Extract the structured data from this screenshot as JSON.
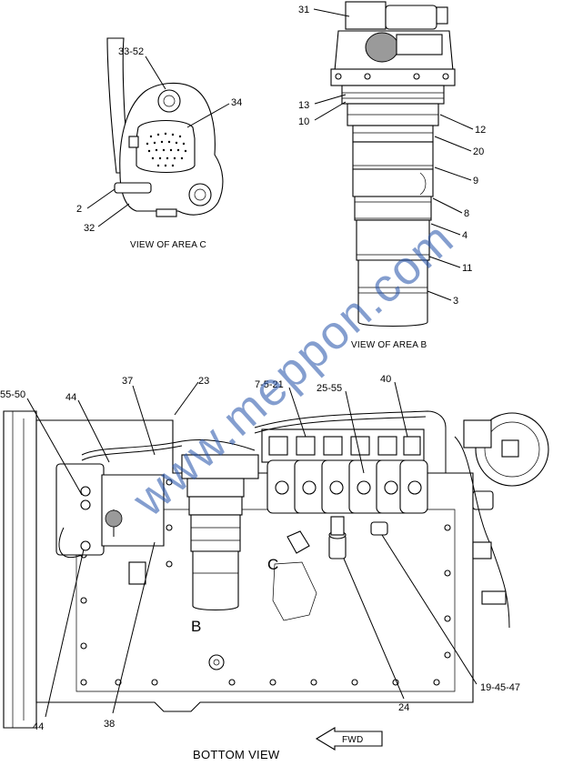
{
  "watermark": "www.meppon.com",
  "captions": {
    "view_c": "VIEW OF AREA  C",
    "view_b": "VIEW OF AREA  B",
    "bottom_view": "BOTTOM VIEW",
    "fwd": "FWD"
  },
  "view_letters": {
    "c": "C",
    "b": "B"
  },
  "callouts": {
    "view_c": {
      "c33_52": "33-52",
      "c34": "34",
      "c2": "2",
      "c32": "32"
    },
    "view_b": {
      "c31": "31",
      "c13": "13",
      "c10": "10",
      "c12": "12",
      "c20": "20",
      "c9": "9",
      "c8": "8",
      "c4": "4",
      "c11": "11",
      "c3": "3"
    },
    "bottom": {
      "c55_50": "55-50",
      "c44_top": "44",
      "c37": "37",
      "c23": "23",
      "c7_5_21": "7-5-21",
      "c25_55": "25-55",
      "c40": "40",
      "c44_bottom": "44",
      "c38": "38",
      "c24": "24",
      "c19_45_47": "19-45-47"
    }
  }
}
